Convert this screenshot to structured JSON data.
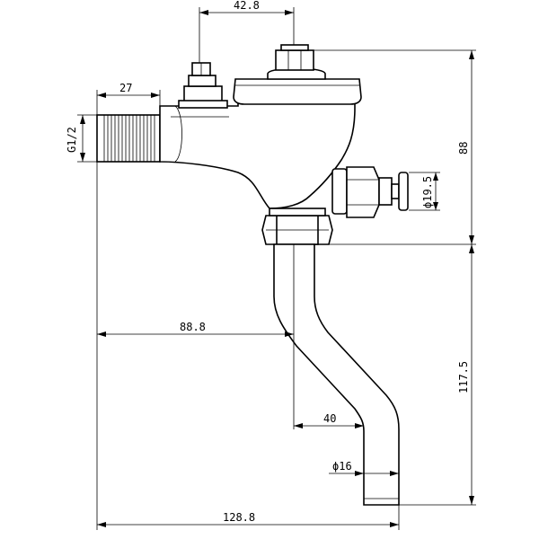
{
  "dimensions": {
    "top_width": "42.8",
    "thread_length": "27",
    "thread_spec": "G1/2",
    "total_height_upper": "88",
    "button_diameter": "ϕ19.5",
    "pipe_offset": "88.8",
    "pipe_height": "117.5",
    "bend_offset": "40",
    "pipe_diameter": "ϕ16",
    "total_width": "128.8"
  }
}
